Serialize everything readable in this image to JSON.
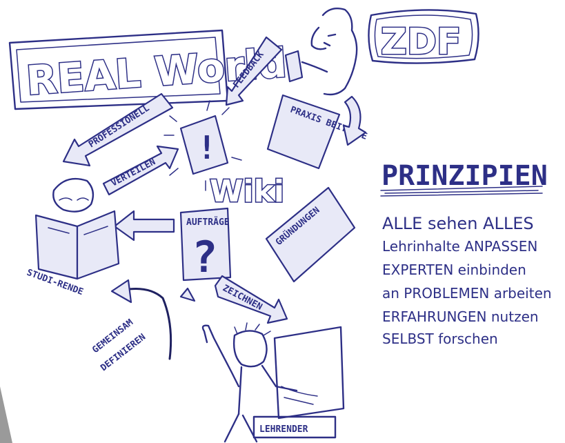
{
  "real_world": "REAL World",
  "zdf": "ZDF",
  "wiki": "Wiki",
  "arrows": {
    "feedback": "FEEDBACK",
    "professional": "PROFESSIONELL",
    "verteilen": "VERTEILEN",
    "praxis_beitraege": "PRAXIS BEITRÄGE",
    "auftraege": "AUFTRÄGE",
    "gruendungen": "GRÜNDUNGEN",
    "studierende": "STUDI-RENDE",
    "zeichnen": "ZEICHNEN",
    "gemeinsam_definieren": "GEMEINSAM DEFINIEREN",
    "lehrender": "LEHRENDER"
  },
  "symbols": {
    "exclamation": "!",
    "question": "?"
  },
  "principles": {
    "title": "PRINZIPIEN",
    "lines": [
      "ALLE sehen ALLES",
      "Lehrinhalte ANPASSEN",
      "EXPERTEN einbinden",
      "an PROBLEMEN arbeiten",
      "ERFAHRUNGEN nutzen",
      "SELBST forschen"
    ]
  },
  "colors": {
    "ink": "#2d2f86",
    "ink_dark": "#1f2161",
    "background": "#ffffff"
  }
}
